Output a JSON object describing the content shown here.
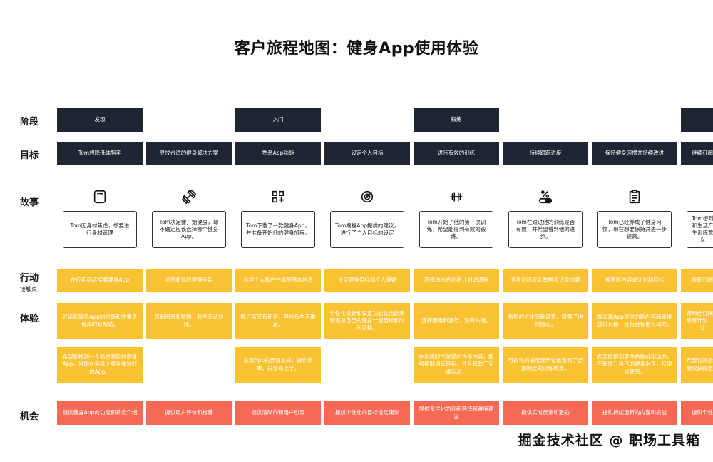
{
  "title": "客户旅程地图：健身App使用体验",
  "rows": {
    "stage": "阶段",
    "goal": "目标",
    "story": "故事",
    "action": "行动",
    "action_sub": "接触点",
    "experience": "体验",
    "opportunity": "机会"
  },
  "stages": [
    "发现",
    "入门",
    "锻炼",
    ""
  ],
  "goals": [
    "Tom想降低体脂率",
    "寻找合适的健身解决方案",
    "熟悉App功能",
    "设定个人目标",
    "进行有效的训练",
    "持续跟踪进度",
    "保持健身习惯并持续改进",
    "继续订阅"
  ],
  "story_icons": [
    "scale-icon",
    "dumbbell-icon",
    "apps-icon",
    "target-icon",
    "barbell-icon",
    "percent-pill-icon",
    "checklist-icon"
  ],
  "stories": [
    "Tom因身材焦虑，想要进行身材管理",
    "Tom决定要开始健身，却不确定应该选择哪个健身App。",
    "Tom下载了一款健身App，并准备开始他的健身旅程。",
    "Tom根据App提供的建议，进行了个人目标的设定",
    "Tom开始了他的第一次训练，希望能得到有效的锻炼。",
    "Tom在跟进他的训练是否有效，并希望看到他的进步。",
    "Tom已经养成了健身习惯，现在想要保持并进一步提高。",
    "Tom想到和生活产生训练意义"
  ],
  "actions": [
    "在应用商店搜索健身App",
    "浏览和比较健身应用",
    "创建个人账户并填写基本信息",
    "设定健身目标和个人偏好",
    "选择适合的训练计划或课程",
    "查看训练统计数据和记录成就",
    "探索新内容或计划和目标",
    "重新订阅"
  ],
  "experiences_1": [
    "好奇和疑惑App的功能和效果是否真的有帮助。",
    "感到困惑和犹豫，有些无法抉择。",
    "既兴奋又有期待，但也有些不确定。",
    "个性化设计和设定功能让他能清晰看见自己的健身计划目标和时间安排。",
    "选择困难和迷茫，没有头绪。",
    "看到的进步感到满意，增强了他的信心。",
    "能发现App提供的新内容和新挑战很有趣，且有目标更有动力。",
    "感到他订阅为现有计划，续订"
  ],
  "experiences_2": [
    "希望能找到一个简单易用的健身App，且能在手机上获得体验好的App。",
    "",
    "发现App的界面友好，操作简单，很容易上手。",
    "",
    "在训练时所发现的许多内容，能够帮助训练目标，并且有助于完成运动。",
    "可视化的进度展示让他看到了更加明显的训练效果。",
    "希望能得到更多的挑战和动力，不断提升自己的健身水平，获得成就感。",
    "希望订阅后能继续获得更多"
  ],
  "opportunities": [
    "提供健身App的功能和特点介绍",
    "提供用户评价和推荐",
    "提供清晰的新用户引导",
    "提供个性化的目标设定建议",
    "提供多样化的训练选择和难度建议",
    "提供实时反馈和激励",
    "提供持续更新的内容和挑战",
    "提供个性"
  ],
  "watermark": "掘金技术社区 @ 职场工具箱"
}
